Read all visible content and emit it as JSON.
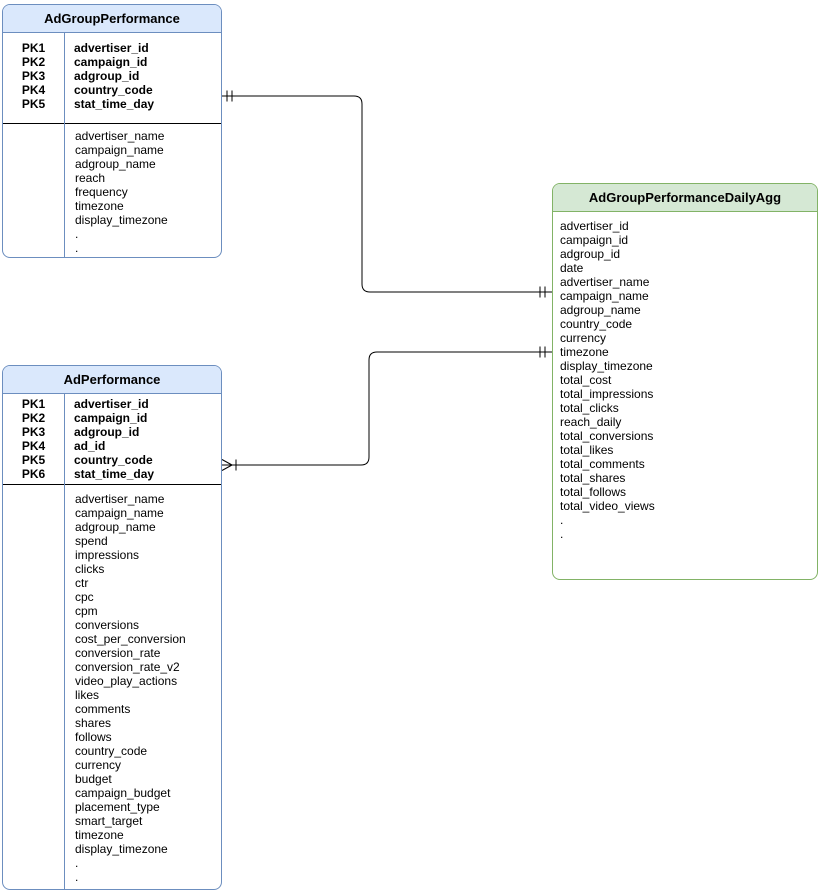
{
  "diagram_type": "entity-relationship",
  "colors": {
    "blue_header_fill": "#dae8fc",
    "blue_border": "#6c8ebf",
    "green_header_fill": "#d5e8d4",
    "green_border": "#82b366",
    "connector_line": "#000000",
    "background": "#ffffff"
  },
  "tables": [
    {
      "title": "AdGroupPerformance",
      "theme": "blue",
      "primary_keys": [
        {
          "key": "PK1",
          "field": "advertiser_id"
        },
        {
          "key": "PK2",
          "field": "campaign_id"
        },
        {
          "key": "PK3",
          "field": "adgroup_id"
        },
        {
          "key": "PK4",
          "field": "country_code"
        },
        {
          "key": "PK5",
          "field": "stat_time_day"
        }
      ],
      "fields": [
        "advertiser_name",
        "campaign_name",
        "adgroup_name",
        "reach",
        "frequency",
        "timezone",
        "display_timezone",
        ".",
        "."
      ]
    },
    {
      "title": "AdPerformance",
      "theme": "blue",
      "primary_keys": [
        {
          "key": "PK1",
          "field": "advertiser_id"
        },
        {
          "key": "PK2",
          "field": "campaign_id"
        },
        {
          "key": "PK3",
          "field": "adgroup_id"
        },
        {
          "key": "PK4",
          "field": "ad_id"
        },
        {
          "key": "PK5",
          "field": "country_code"
        },
        {
          "key": "PK6",
          "field": "stat_time_day"
        }
      ],
      "fields": [
        "advertiser_name",
        "campaign_name",
        "adgroup_name",
        "spend",
        "impressions",
        "clicks",
        "ctr",
        "cpc",
        "cpm",
        "conversions",
        "cost_per_conversion",
        "conversion_rate",
        "conversion_rate_v2",
        "video_play_actions",
        "likes",
        "comments",
        "shares",
        "follows",
        "country_code",
        "currency",
        "budget",
        "campaign_budget",
        "placement_type",
        "smart_target",
        "timezone",
        "display_timezone",
        ".",
        "."
      ]
    },
    {
      "title": "AdGroupPerformanceDailyAgg",
      "theme": "green",
      "primary_keys": [],
      "fields": [
        "advertiser_id",
        "campaign_id",
        "adgroup_id",
        "date",
        "advertiser_name",
        "campaign_name",
        "adgroup_name",
        "country_code",
        "currency",
        "timezone",
        "display_timezone",
        "total_cost",
        "total_impressions",
        "total_clicks",
        "reach_daily",
        "total_conversions",
        "total_likes",
        "total_comments",
        "total_shares",
        "total_follows",
        "total_video_views",
        ".",
        "."
      ]
    }
  ],
  "relationships": [
    {
      "from": "AdGroupPerformance",
      "to": "AdGroupPerformanceDailyAgg",
      "from_cardinality": "one-and-only-one",
      "to_cardinality": "one-and-only-one"
    },
    {
      "from": "AdPerformance",
      "to": "AdGroupPerformanceDailyAgg",
      "from_cardinality": "one-or-many",
      "to_cardinality": "one-and-only-one"
    }
  ]
}
